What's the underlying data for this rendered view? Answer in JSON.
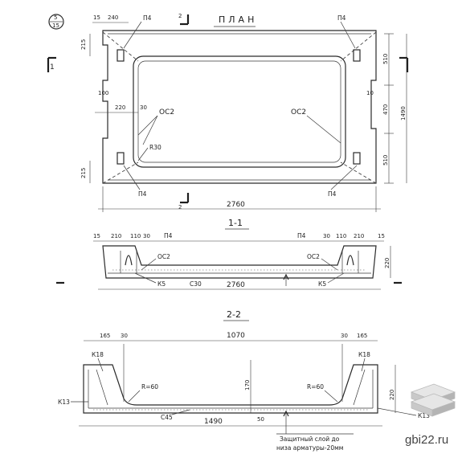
{
  "sheet": {
    "ref_top": "5",
    "ref_bottom": "15",
    "watermark": "gbi22.ru"
  },
  "plan": {
    "title": "ПЛАН",
    "section_mark": "1",
    "section_mark_2": "2",
    "dims": {
      "d15": "15",
      "d240": "240",
      "d215_top": "215",
      "d100": "100",
      "d220": "220",
      "d30": "30",
      "d215_bottom": "215",
      "d510_top": "510",
      "d470": "470",
      "d1490": "1490",
      "d510_bottom": "510",
      "d10": "10",
      "total": "2760"
    },
    "labels": {
      "p4": "П4",
      "oc2": "ОС2",
      "r30": "R30"
    }
  },
  "section_1": {
    "title": "1-1",
    "dims": {
      "d15a": "15",
      "d210a": "210",
      "d110a": "110",
      "d30a": "30",
      "d30b": "30",
      "d110b": "110",
      "d210b": "210",
      "d15b": "15",
      "h220": "220",
      "total": "2760"
    },
    "labels": {
      "p4": "П4",
      "oc2": "ОС2",
      "k5": "К5",
      "c30": "С30"
    }
  },
  "section_2": {
    "title": "2-2",
    "dims": {
      "d165a": "165",
      "d30a": "30",
      "mid": "1070",
      "d30b": "30",
      "d165b": "165",
      "h170": "170",
      "h220": "220",
      "total": "1490",
      "d50": "50"
    },
    "labels": {
      "k18a": "К18",
      "k18b": "К18",
      "k13a": "К13",
      "k13b": "К13",
      "r60a": "R=60",
      "r60b": "R=60",
      "c45": "С45",
      "note_line1": "Защитный слой до",
      "note_line2": "низа арматуры-20мм"
    }
  }
}
